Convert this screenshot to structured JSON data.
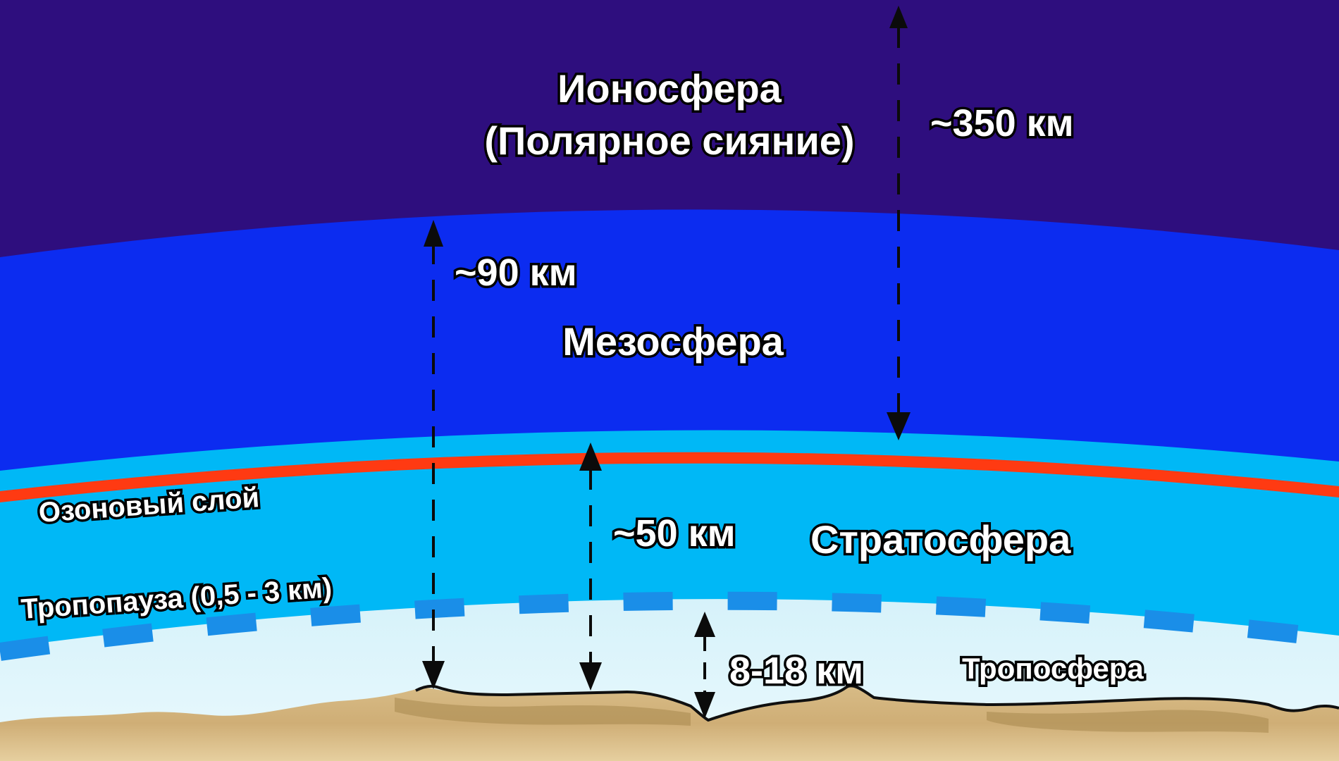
{
  "labels": {
    "ionosphere": "Ионосфера",
    "ionosphere_note": "(Полярное сияние)",
    "mesosphere": "Мезосфера",
    "stratosphere": "Стратосфера",
    "ozone_layer": "Озоновый слой",
    "tropopause": "Тропопауза (0,5 - 3 км)",
    "troposphere": "Тропосфера"
  },
  "heights": {
    "ionosphere": "~350 км",
    "mesosphere": "~90 км",
    "stratosphere": "~50 км",
    "troposphere": "8-18 км"
  },
  "colors": {
    "ionosphere": "#2e0e7e",
    "mesosphere": "#0c2cf0",
    "stratosphere": "#00b8f6",
    "ozone": "#ff3a12",
    "tropopause": "#1a8ee8",
    "troposphere": "#def5fb",
    "ground_light": "#e0c496",
    "ground_dark": "#b88c54",
    "label_text": "#ffffff",
    "label_outline": "#000000"
  }
}
